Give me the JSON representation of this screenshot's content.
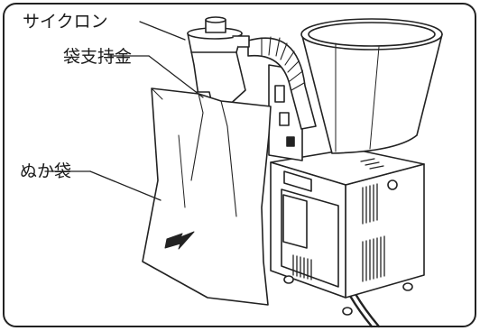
{
  "labels": {
    "cyclone": "サイクロン",
    "bag_holder": "袋支持金",
    "bran_bag": "ぬか袋"
  }
}
